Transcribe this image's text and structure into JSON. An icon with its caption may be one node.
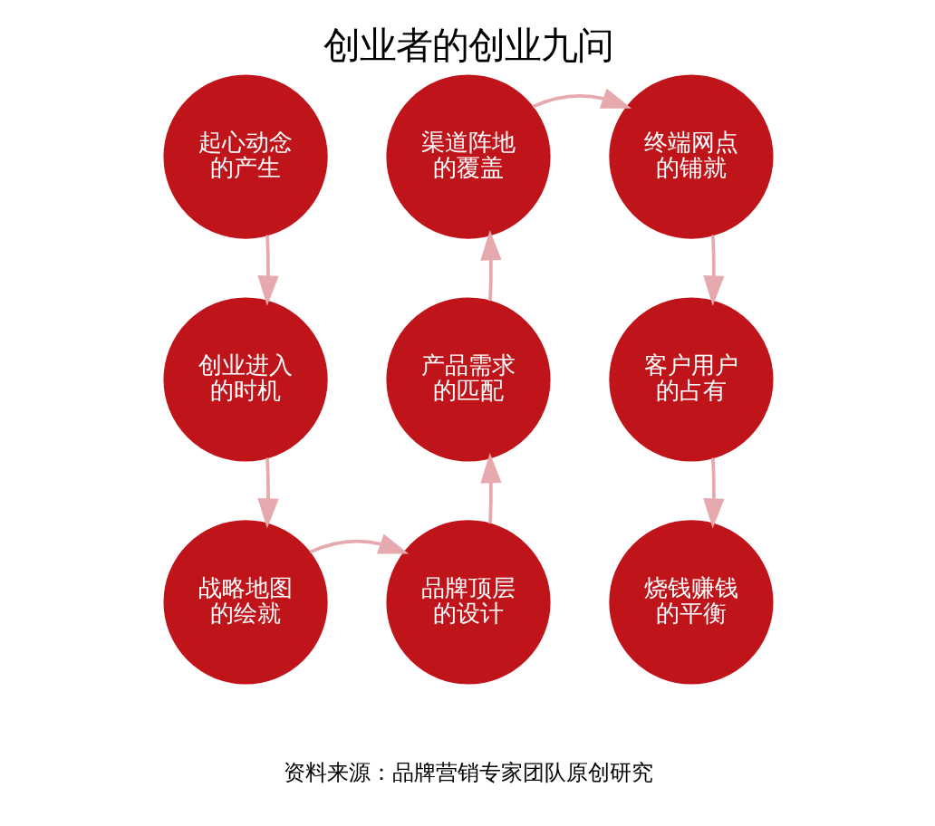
{
  "diagram": {
    "title": "创业者的创业九问",
    "nodes": [
      {
        "text": [
          "起心动念的产生"
        ]
      },
      {
        "text": [
          "渠道阵地的覆盖"
        ]
      },
      {
        "text": [
          "终端网点的铺就"
        ]
      },
      {
        "text": [
          "创业进入的时机"
        ]
      },
      {
        "text": [
          "产品需求的匹配"
        ]
      },
      {
        "text": [
          "客户用户的占有"
        ]
      },
      {
        "text": [
          "战略地图的绘就"
        ]
      },
      {
        "text": [
          "品牌顶层的设计"
        ]
      },
      {
        "text": [
          "烧钱赚钱的平衡"
        ]
      }
    ],
    "edges": [
      {
        "from": 0,
        "to": 3,
        "arrow": "to"
      },
      {
        "from": 3,
        "to": 6,
        "arrow": "to"
      },
      {
        "from": 6,
        "to": 7,
        "arrow": "to"
      },
      {
        "from": 7,
        "to": 4,
        "arrow": "to"
      },
      {
        "from": 4,
        "to": 1,
        "arrow": "to"
      },
      {
        "from": 1,
        "to": 2,
        "arrow": "to"
      },
      {
        "from": 2,
        "to": 5,
        "arrow": "to"
      },
      {
        "from": 5,
        "to": 8,
        "arrow": "to"
      }
    ],
    "labels": [
      "资料来源：品牌营销专家团队原创研究"
    ]
  }
}
